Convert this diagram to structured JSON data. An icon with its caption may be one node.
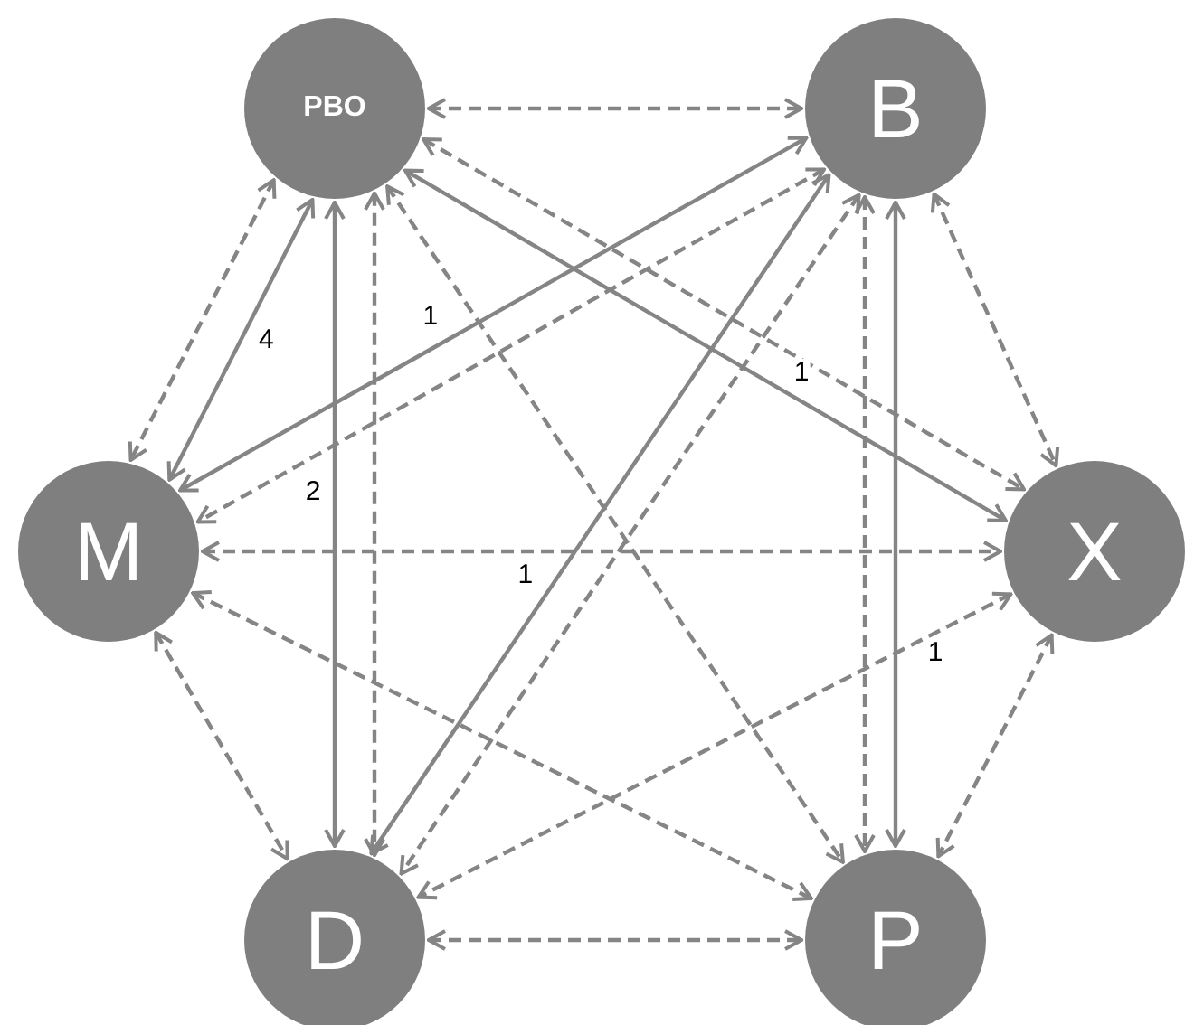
{
  "diagram": {
    "nodes": [
      {
        "text": [
          "PBO"
        ]
      },
      {
        "text": [
          "B"
        ]
      },
      {
        "text": [
          "M"
        ]
      },
      {
        "text": [
          "X"
        ]
      },
      {
        "text": [
          "D"
        ]
      },
      {
        "text": [
          "P"
        ]
      }
    ],
    "edges": [
      {
        "from": 0,
        "to": 1,
        "arrow": "both",
        "style": "dashed"
      },
      {
        "from": 0,
        "to": 2,
        "arrow": "both",
        "style": "dashed"
      },
      {
        "from": 0,
        "to": 4,
        "arrow": "both",
        "style": "dashed"
      },
      {
        "from": 0,
        "to": 3,
        "arrow": "both",
        "style": "dashed"
      },
      {
        "from": 0,
        "to": 5,
        "arrow": "both",
        "style": "dashed"
      },
      {
        "from": 1,
        "to": 2,
        "arrow": "both",
        "style": "dashed"
      },
      {
        "from": 1,
        "to": 3,
        "arrow": "both",
        "style": "dashed"
      },
      {
        "from": 1,
        "to": 4,
        "arrow": "both",
        "style": "dashed"
      },
      {
        "from": 1,
        "to": 5,
        "arrow": "both",
        "style": "dashed"
      },
      {
        "from": 2,
        "to": 3,
        "arrow": "both",
        "style": "dashed"
      },
      {
        "from": 2,
        "to": 4,
        "arrow": "both",
        "style": "dashed"
      },
      {
        "from": 2,
        "to": 5,
        "arrow": "both",
        "style": "dashed"
      },
      {
        "from": 3,
        "to": 4,
        "arrow": "both",
        "style": "dashed"
      },
      {
        "from": 3,
        "to": 5,
        "arrow": "both",
        "style": "dashed"
      },
      {
        "from": 4,
        "to": 5,
        "arrow": "both",
        "style": "dashed"
      },
      {
        "from": 2,
        "to": 0,
        "arrow": "both",
        "label": "4"
      },
      {
        "from": 0,
        "to": 4,
        "arrow": "both",
        "label": "2"
      },
      {
        "from": 0,
        "to": 3,
        "arrow": "both",
        "label": "1"
      },
      {
        "from": 1,
        "to": 2,
        "arrow": "both",
        "label": "1"
      },
      {
        "from": 1,
        "to": 4,
        "arrow": "both",
        "label": "1"
      },
      {
        "from": 1,
        "to": 5,
        "arrow": "both",
        "label": "1"
      }
    ]
  }
}
